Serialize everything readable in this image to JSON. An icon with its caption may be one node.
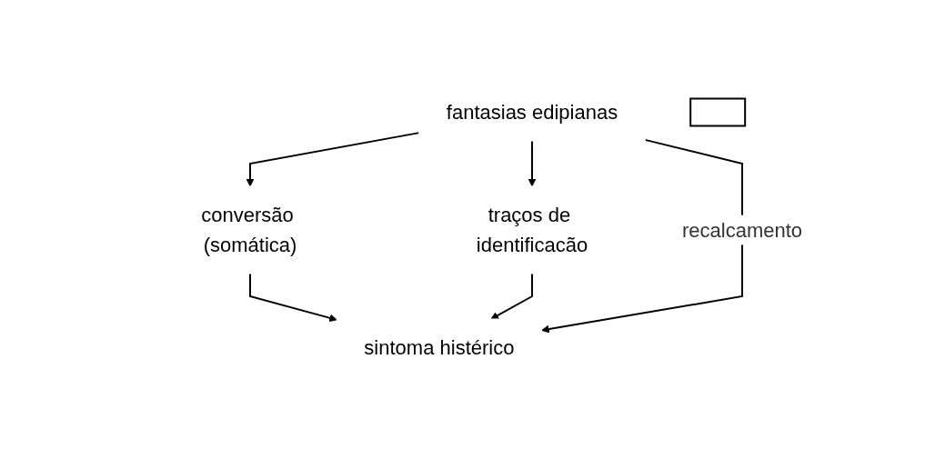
{
  "diagram": {
    "nodes": [
      {
        "text": [
          "fantasias edipianas"
        ]
      },
      {
        "text": [
          "conversão (somática)"
        ]
      },
      {
        "text": [
          "traços de identificacão"
        ]
      },
      {
        "text": [
          "sintoma histérico"
        ]
      },
      {
        "text": [],
        "shape": "box"
      }
    ],
    "edges": [
      {
        "from": 0,
        "to": 1,
        "arrow": "to"
      },
      {
        "from": 0,
        "to": 2,
        "arrow": "to"
      },
      {
        "from": 1,
        "to": 3,
        "arrow": "to"
      },
      {
        "from": 2,
        "to": 3,
        "arrow": "to"
      },
      {
        "from": 0,
        "to": 3,
        "label": "recalcamento",
        "arrow": "to"
      }
    ]
  }
}
